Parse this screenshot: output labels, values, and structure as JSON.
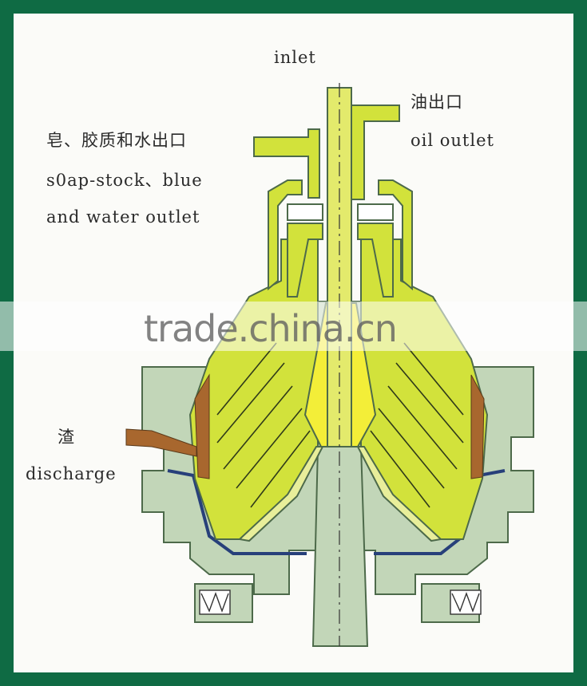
{
  "labels": {
    "inlet": "inlet",
    "oil_outlet_cn": "油出口",
    "oil_outlet_en": "oil outlet",
    "soapstock_cn": "皂、胶质和水出口",
    "soapstock_en_line1": "s0ap-stock、blue",
    "soapstock_en_line2": "and water outlet",
    "discharge_cn": "渣",
    "discharge_en": "discharge"
  },
  "watermark": "trade.china.cn",
  "colors": {
    "frame": "#0f6b44",
    "panel": "#fbfbf8",
    "housing": "#c2d6b8",
    "housing_stroke": "#4d6a4a",
    "liquid": "#d2e23b",
    "core_yellow": "#f3ee38",
    "sludge": "#a8672e",
    "blue_line": "#27407a"
  }
}
